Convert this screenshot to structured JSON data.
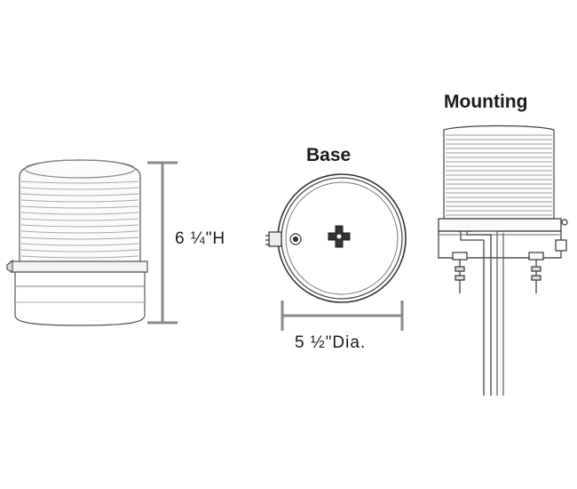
{
  "labels": {
    "height": "6 ¼\"H",
    "base": "Base",
    "diameter": "5 ½\"Dia.",
    "mounting": "Mounting"
  },
  "icons": [
    "beacon-lens-icon",
    "beacon-base-icon",
    "mounting-diagram-icon",
    "dimension-line-icon"
  ],
  "colors": {
    "line": "#333333",
    "dimension": "#8a8a8a",
    "base_fill": "#555555",
    "background": "#ffffff"
  }
}
